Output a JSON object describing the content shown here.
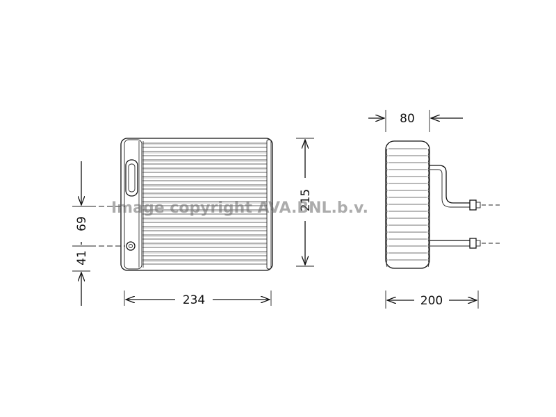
{
  "dimensions": {
    "width": "234",
    "height": "215",
    "offset_upper": "69",
    "offset_lower": "41",
    "depth": "80",
    "pipe_length": "200"
  },
  "watermark": "Image copyright AVA.BNL.b.v.",
  "colors": {
    "line": "#111111",
    "watermark": "#6a6a6a"
  }
}
